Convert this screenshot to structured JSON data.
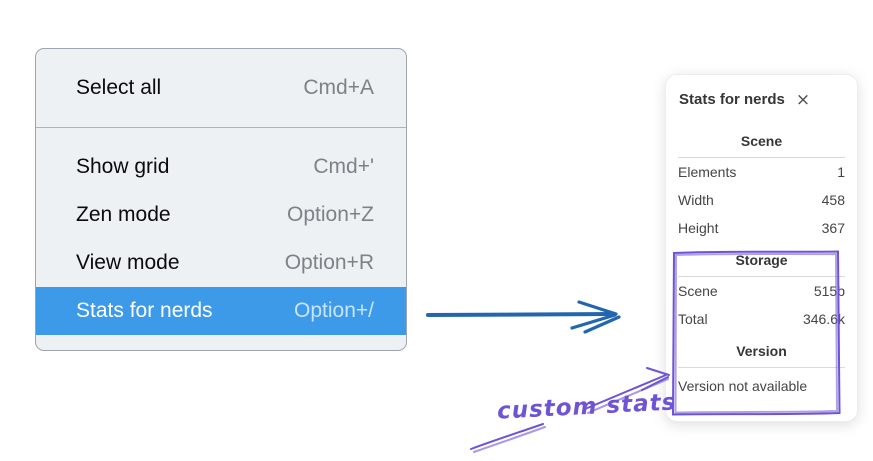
{
  "colors": {
    "highlight_blue": "#3d9ae9",
    "flow_arrow_blue": "#2166ae",
    "annotation_purple": "#6e54d4",
    "menu_background": "#eef1f4"
  },
  "menu": {
    "groups": [
      {
        "items": [
          {
            "label": "Select all",
            "shortcut": "Cmd+A",
            "highlighted": false
          }
        ]
      },
      {
        "items": [
          {
            "label": "Show grid",
            "shortcut": "Cmd+'",
            "highlighted": false
          },
          {
            "label": "Zen mode",
            "shortcut": "Option+Z",
            "highlighted": false
          },
          {
            "label": "View mode",
            "shortcut": "Option+R",
            "highlighted": false
          },
          {
            "label": "Stats for nerds",
            "shortcut": "Option+/",
            "highlighted": true
          }
        ]
      }
    ]
  },
  "stats_panel": {
    "title": "Stats for nerds",
    "close_icon": "×",
    "sections": [
      {
        "heading": "Scene",
        "rows": [
          {
            "label": "Elements",
            "value": "1"
          },
          {
            "label": "Width",
            "value": "458"
          },
          {
            "label": "Height",
            "value": "367"
          }
        ]
      },
      {
        "heading": "Storage",
        "rows": [
          {
            "label": "Scene",
            "value": "515b"
          },
          {
            "label": "Total",
            "value": "346.6k"
          }
        ]
      },
      {
        "heading": "Version",
        "rows": [],
        "note": "Version not available"
      }
    ]
  },
  "annotation": {
    "label": "custom stats"
  }
}
